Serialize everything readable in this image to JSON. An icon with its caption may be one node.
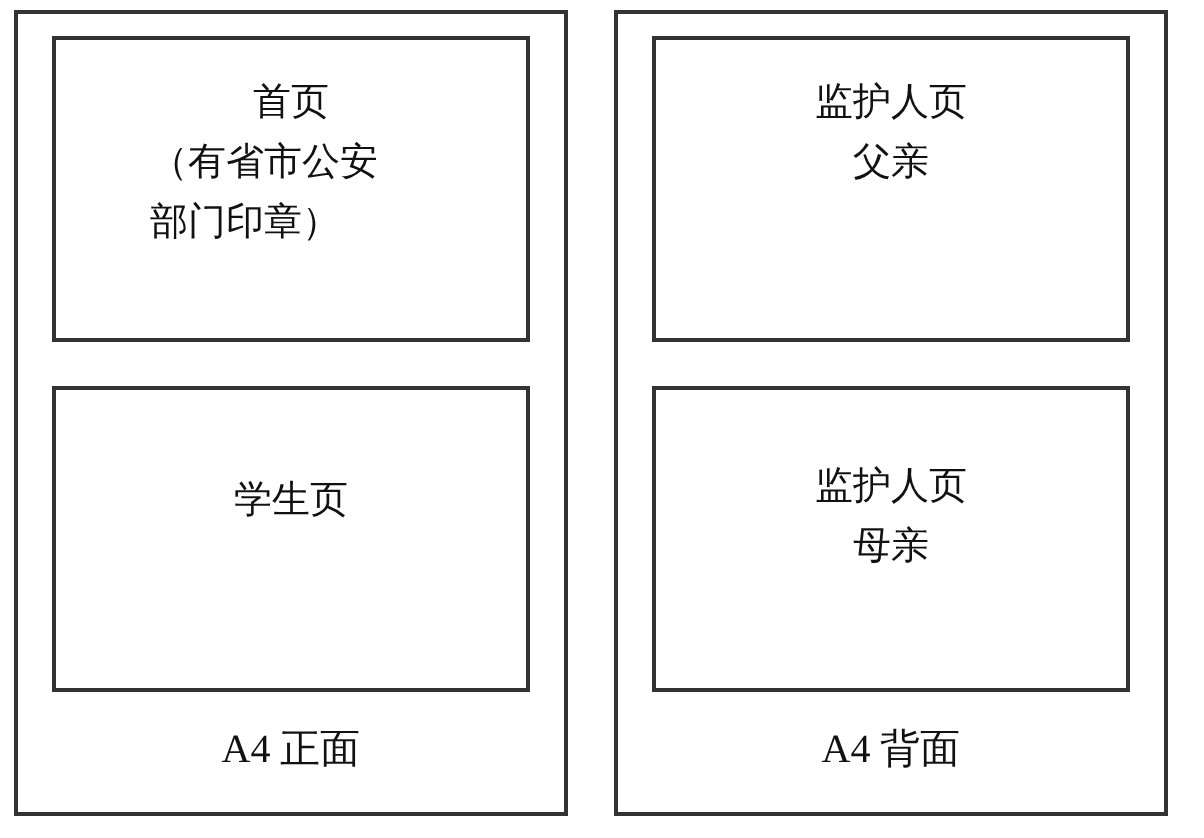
{
  "diagram": {
    "nodes": [
      {
        "text": [
          "A4 正面"
        ]
      },
      {
        "text": [
          "首页",
          "（有省市公安部门印章）"
        ],
        "in": 0
      },
      {
        "text": [
          "学生页"
        ],
        "in": 0
      },
      {
        "text": [
          "A4 背面"
        ]
      },
      {
        "text": [
          "监护人页",
          "父亲"
        ],
        "in": 3
      },
      {
        "text": [
          "监护人页",
          "母亲"
        ],
        "in": 3
      }
    ]
  }
}
